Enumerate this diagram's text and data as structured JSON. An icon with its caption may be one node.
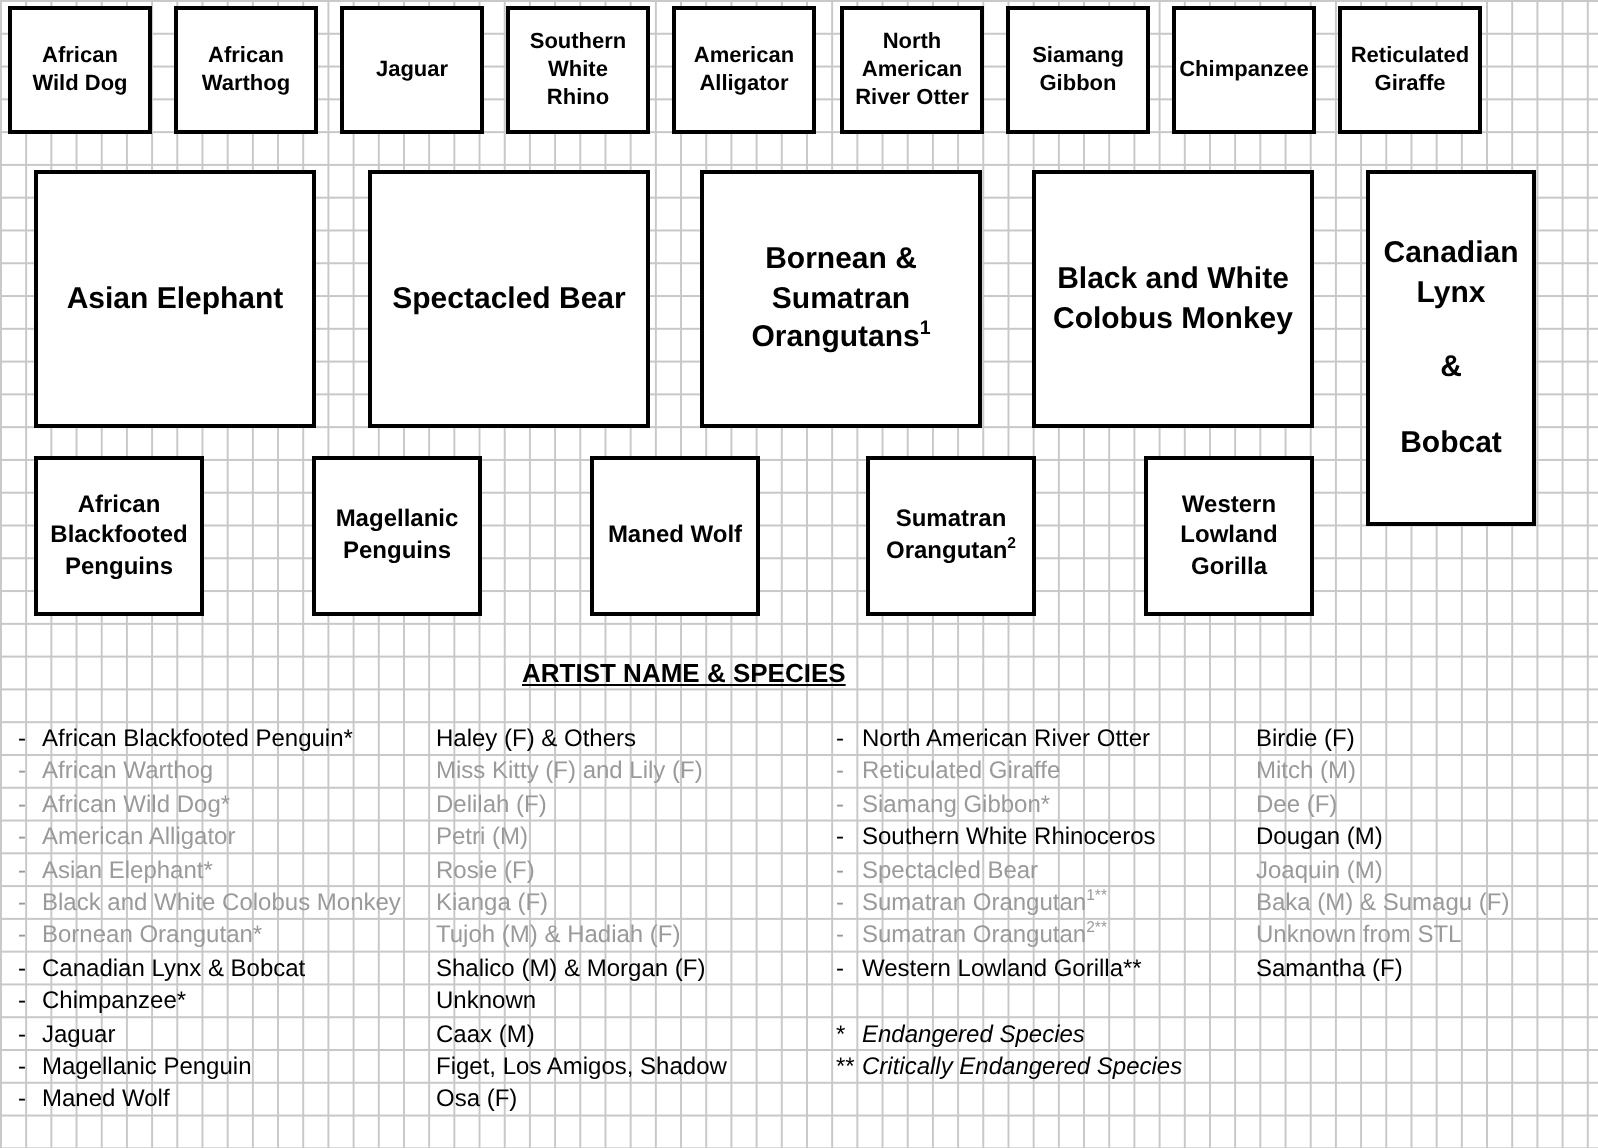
{
  "diagram": {
    "nodes": [
      {
        "text": [
          "African Wild Dog"
        ]
      },
      {
        "text": [
          "African Warthog"
        ]
      },
      {
        "text": [
          "Jaguar"
        ]
      },
      {
        "text": [
          "Southern White Rhino"
        ]
      },
      {
        "text": [
          "American Alligator"
        ]
      },
      {
        "text": [
          "North American River Otter"
        ]
      },
      {
        "text": [
          "Siamang Gibbon"
        ]
      },
      {
        "text": [
          "Chimpanzee"
        ]
      },
      {
        "text": [
          "Reticulated Giraffe"
        ]
      },
      {
        "text": [
          "Asian Elephant"
        ]
      },
      {
        "text": [
          "Spectacled Bear"
        ]
      },
      {
        "text": [
          "Bornean & Sumatran Orangutans$^{1}$"
        ]
      },
      {
        "text": [
          "Black and White Colobus Monkey"
        ]
      },
      {
        "text": [
          "Canadian Lynx",
          "&",
          "Bobcat"
        ]
      },
      {
        "text": [
          "African Blackfooted Penguins"
        ]
      },
      {
        "text": [
          "Magellanic Penguins"
        ]
      },
      {
        "text": [
          "Maned Wolf"
        ]
      },
      {
        "text": [
          "Sumatran Orangutan$^{2}$"
        ]
      },
      {
        "text": [
          "Western Lowland Gorilla"
        ]
      }
    ],
    "labels": [
      "ARTIST NAME & SPECIES",
      "-",
      "African Blackfooted Penguin*",
      "Haley (F) & Others",
      "-",
      "African Warthog",
      "Miss Kitty (F) and Lily (F)",
      "-",
      "African Wild Dog*",
      "Delilah (F)",
      "-",
      "American Alligator",
      "Petri (M)",
      "-",
      "Asian Elephant*",
      "Rosie (F)",
      "-",
      "Black and White Colobus Monkey",
      "Kianga (F)",
      "-",
      "Bornean Orangutan*",
      "Tujoh (M) & Hadiah (F)",
      "-",
      "Canadian Lynx & Bobcat",
      "Shalico (M) & Morgan (F)",
      "-",
      "Chimpanzee*",
      "Unknown",
      "-",
      "Jaguar",
      "Caax (M)",
      "-",
      "Magellanic Penguin",
      "Figet, Los Amigos, Shadow",
      "-",
      "Maned Wolf",
      "Osa (F)",
      "-",
      "North American River Otter",
      "Birdie (F)",
      "-",
      "Reticulated Giraffe",
      "Mitch (M)",
      "-",
      "Siamang Gibbon*",
      "Dee (F)",
      "-",
      "Southern White Rhinoceros",
      "Dougan (M)",
      "-",
      "Spectacled Bear",
      "Joaquin (M)",
      "-",
      "Sumatran Orangutan$^{1**}$",
      "Baka (M) & Sumagu (F)",
      "-",
      "Sumatran Orangutan$^{2**}$",
      "Unknown from STL",
      "-",
      "Western Lowland Gorilla**",
      "Samantha (F)",
      "*",
      "Endangered Species",
      "**",
      "Critically Endangered Species"
    ]
  }
}
